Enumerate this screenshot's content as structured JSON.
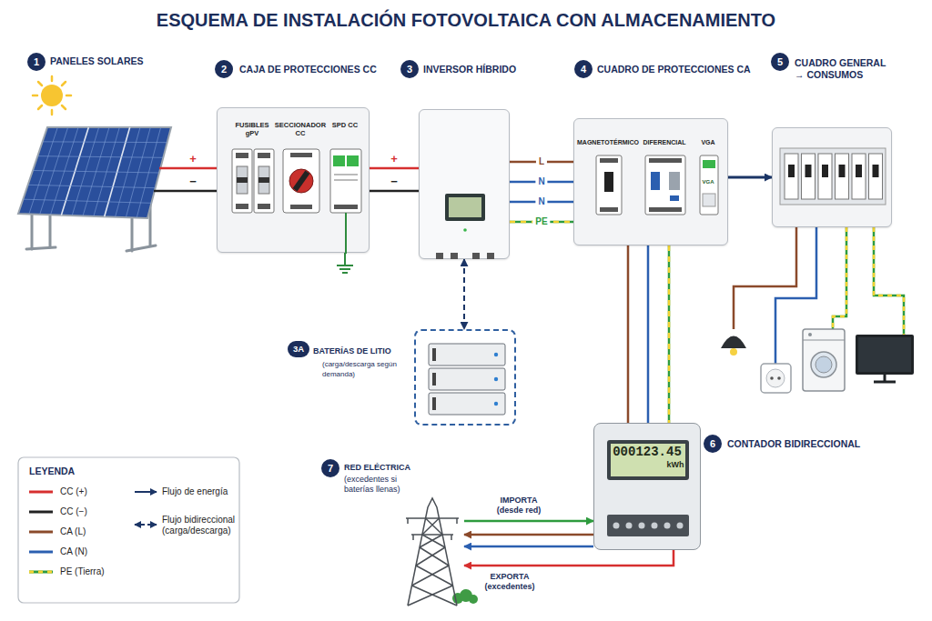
{
  "diagram": {
    "title": "ESQUEMA DE INSTALACIÓN FOTOVOLTAICA CON ALMACENAMIENTO",
    "nodes": [
      {
        "text": [
          "PANELES SOLARES"
        ]
      },
      {
        "text": [
          "CAJA DE PROTECCIONES CC"
        ]
      },
      {
        "text": [
          "INVERSOR HÍBRIDO"
        ]
      },
      {
        "text": [
          "BATERÍAS DE LITIO",
          "(carga/descarga según demanda)"
        ]
      },
      {
        "text": [
          "CUADRO DE PROTECCIONES CA"
        ]
      },
      {
        "text": [
          "CUADRO GENERAL → CONSUMOS"
        ]
      },
      {
        "text": [
          "CONTADOR BIDIRECCIONAL"
        ]
      },
      {
        "text": [
          "RED ELÉCTRICA",
          "(excedentes si baterías llenas)"
        ]
      }
    ],
    "edges": [
      {
        "from": 0,
        "to": 1,
        "arrow": "none"
      },
      {
        "from": 0,
        "to": 1,
        "arrow": "none"
      },
      {
        "from": 1,
        "to": 2,
        "arrow": "none"
      },
      {
        "from": 1,
        "to": 2,
        "arrow": "none"
      },
      {
        "from": 2,
        "to": 4,
        "label": "L",
        "arrow": "none"
      },
      {
        "from": 2,
        "to": 4,
        "label": "N",
        "arrow": "none"
      },
      {
        "from": 2,
        "to": 4,
        "label": "N",
        "arrow": "none"
      },
      {
        "from": 2,
        "to": 4,
        "label": "PE",
        "arrow": "none"
      },
      {
        "from": 2,
        "to": 3,
        "arrow": "both"
      },
      {
        "from": 4,
        "to": 5,
        "arrow": "to"
      },
      {
        "from": 4,
        "to": 6,
        "arrow": "none"
      },
      {
        "from": 4,
        "to": 6,
        "arrow": "none"
      },
      {
        "from": 4,
        "to": 6,
        "arrow": "none"
      },
      {
        "from": 7,
        "to": 6,
        "label": "IMPORTA (desde red)",
        "arrow": "to"
      },
      {
        "from": 6,
        "to": 7,
        "arrow": "to"
      },
      {
        "from": 6,
        "to": 7,
        "arrow": "to"
      },
      {
        "from": 6,
        "to": 7,
        "label": "EXPORTA (excedentes)",
        "arrow": "to"
      }
    ],
    "labels": [
      "1",
      "2",
      "3",
      "4",
      "5",
      "3A",
      "6",
      "7",
      "+",
      "−",
      "+",
      "−",
      "FUSIBLES gPV",
      "SECCIONADOR CC",
      "SPD CC",
      "MAGNETOTÉRMICO",
      "DIFERENCIAL",
      "VGA",
      "VGA",
      "000123.45",
      "kWh",
      "LEYENDA"
    ],
    "legend": [
      {
        "text": "CC (+)"
      },
      {
        "text": "CC (−)"
      },
      {
        "text": "CA (L)"
      },
      {
        "text": "CA (N)"
      },
      {
        "text": "PE (Tierra)"
      },
      {
        "text": "Flujo de energía"
      },
      {
        "text": "Flujo bidireccional (carga/descarga)"
      }
    ]
  }
}
